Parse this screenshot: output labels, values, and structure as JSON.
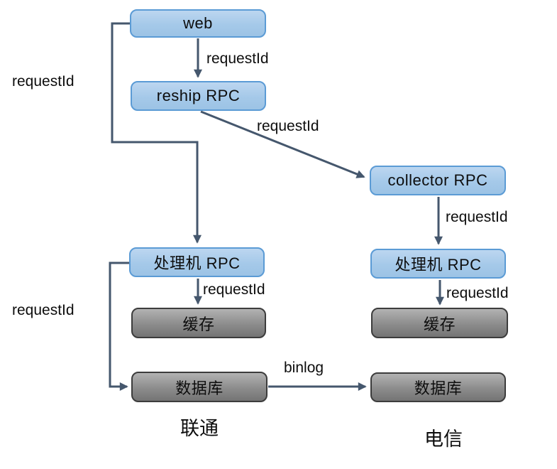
{
  "diagram": {
    "nodes": {
      "web": "web",
      "reship_rpc": "reship RPC",
      "collector_rpc": "collector RPC",
      "processor_rpc_left": "处理机 RPC",
      "processor_rpc_right": "处理机 RPC",
      "cache_left": "缓存",
      "cache_right": "缓存",
      "database_left": "数据库",
      "database_right": "数据库"
    },
    "edge_labels": {
      "web_to_reship": "requestId",
      "web_to_processor_left": "requestId",
      "reship_to_collector": "requestId",
      "collector_to_processor_right": "requestId",
      "processor_left_to_cache": "requestId",
      "processor_right_to_cache": "requestId",
      "processor_left_to_database": "requestId",
      "database_left_to_database_right": "binlog"
    },
    "group_labels": {
      "left": "联通",
      "right": "电信"
    },
    "colors": {
      "node_blue_fill": "#a5c9e9",
      "node_blue_border": "#5b9bd5",
      "node_gray_fill_top": "#b2b2b2",
      "node_gray_fill_bottom": "#747474",
      "node_gray_border": "#3c3c3c",
      "edge": "#45576d",
      "text": "#0d0d0d"
    }
  }
}
